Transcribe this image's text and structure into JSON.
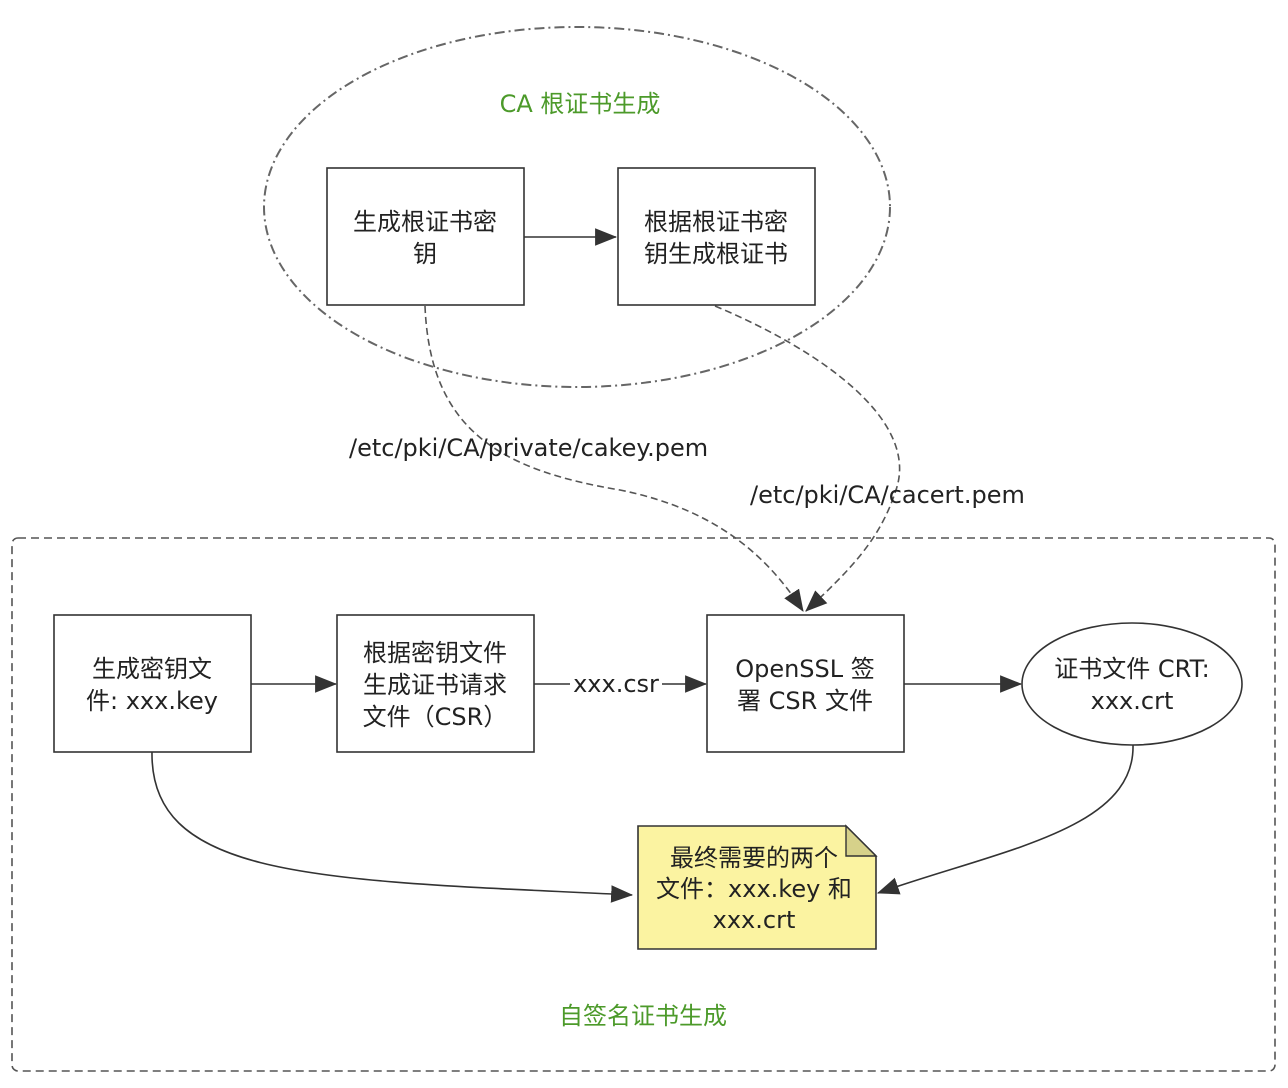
{
  "colors": {
    "cluster_label": "#4c9a2a",
    "node_stroke": "#333333",
    "note_fill": "#fbf3a1",
    "note_fold": "#d6d18a"
  },
  "clusters": {
    "ca": {
      "title": "CA 根证书生成"
    },
    "self": {
      "title": "自签名证书生成"
    }
  },
  "nodes": {
    "gen_root_key": {
      "lines": [
        "生成根证书密",
        "钥"
      ]
    },
    "gen_root_cert": {
      "lines": [
        "根据根证书密",
        "钥生成根证书"
      ]
    },
    "gen_key": {
      "lines": [
        "生成密钥文",
        "件: xxx.key"
      ]
    },
    "gen_csr": {
      "lines": [
        "根据密钥文件",
        "生成证书请求",
        "文件（CSR）"
      ]
    },
    "openssl_sign": {
      "lines": [
        "OpenSSL 签",
        "署 CSR 文件"
      ]
    },
    "crt_file": {
      "lines": [
        "证书文件 CRT:",
        "xxx.crt"
      ]
    },
    "final_note": {
      "lines": [
        "最终需要的两个",
        "文件：xxx.key 和",
        "xxx.crt"
      ]
    }
  },
  "edge_labels": {
    "cakey": "/etc/pki/CA/private/cakey.pem",
    "cacert": "/etc/pki/CA/cacert.pem",
    "csr": "xxx.csr"
  }
}
